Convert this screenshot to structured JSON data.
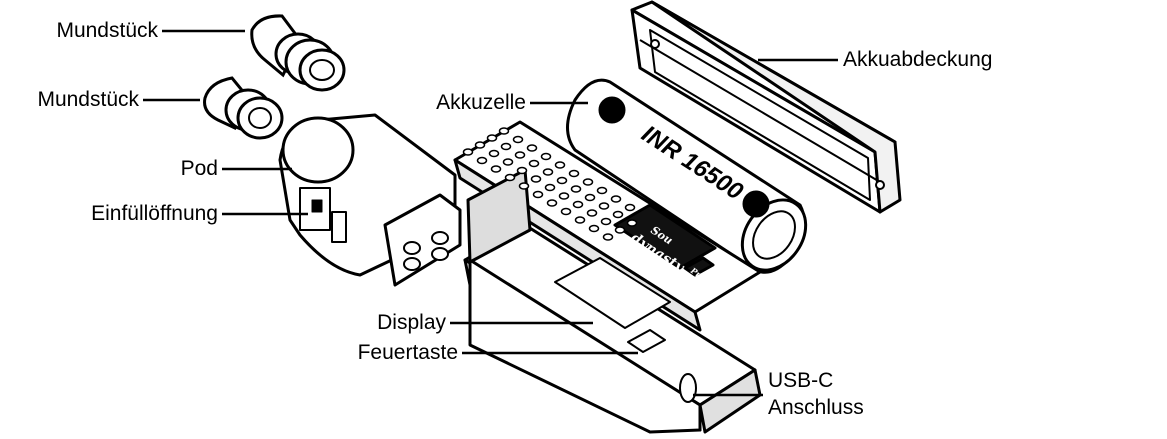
{
  "labels": {
    "mouthpiece_1": "Mundstück",
    "mouthpiece_2": "Mundstück",
    "pod": "Pod",
    "fill_opening": "Einfüllöffnung",
    "battery_cell": "Akkuzelle",
    "battery_cover": "Akkuabdeckung",
    "display": "Display",
    "fire_button": "Feuertaste",
    "usbc_line1": "USB-C",
    "usbc_line2": "Anschluss"
  },
  "battery": {
    "model": "INR 16500"
  },
  "brand": {
    "line1": "Sou",
    "line2": "dynasty",
    "line3": "Pro"
  }
}
